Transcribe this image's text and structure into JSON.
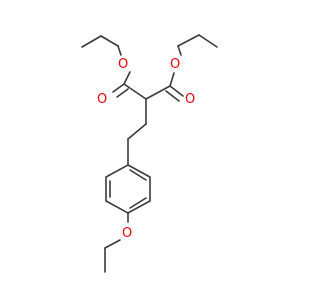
{
  "molecule": {
    "atom_labels": {
      "o_ester_left": "O",
      "o_carbonyl_left": "O",
      "o_ester_right": "O",
      "o_carbonyl_right": "O",
      "o_ether": "O"
    },
    "colors": {
      "bond": "#3a3a3a",
      "oxygen": "#e8000b"
    }
  }
}
